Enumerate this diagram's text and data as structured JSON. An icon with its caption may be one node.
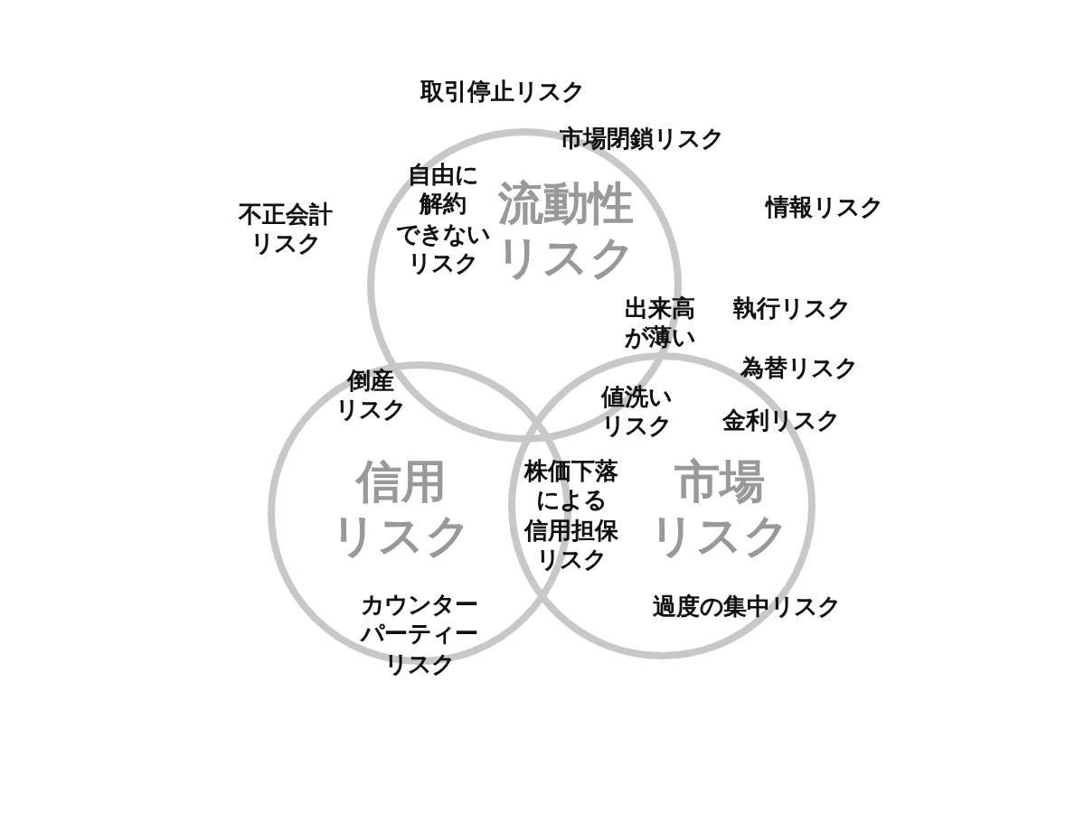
{
  "diagram": {
    "nodes": [
      {
        "text": [
          "流動性リスク"
        ]
      },
      {
        "text": [
          "信用リスク"
        ]
      },
      {
        "text": [
          "市場リスク"
        ]
      }
    ],
    "labels": [
      "取引停止リスク",
      "市場閉鎖リスク",
      "不正会計リスク",
      "自由に解約できないリスク",
      "情報リスク",
      "出来高が薄い",
      "執行リスク",
      "為替リスク",
      "倒産リスク",
      "値洗いリスク",
      "金利リスク",
      "株価下落による信用担保リスク",
      "カウンターパーティーリスク",
      "過度の集中リスク"
    ]
  }
}
